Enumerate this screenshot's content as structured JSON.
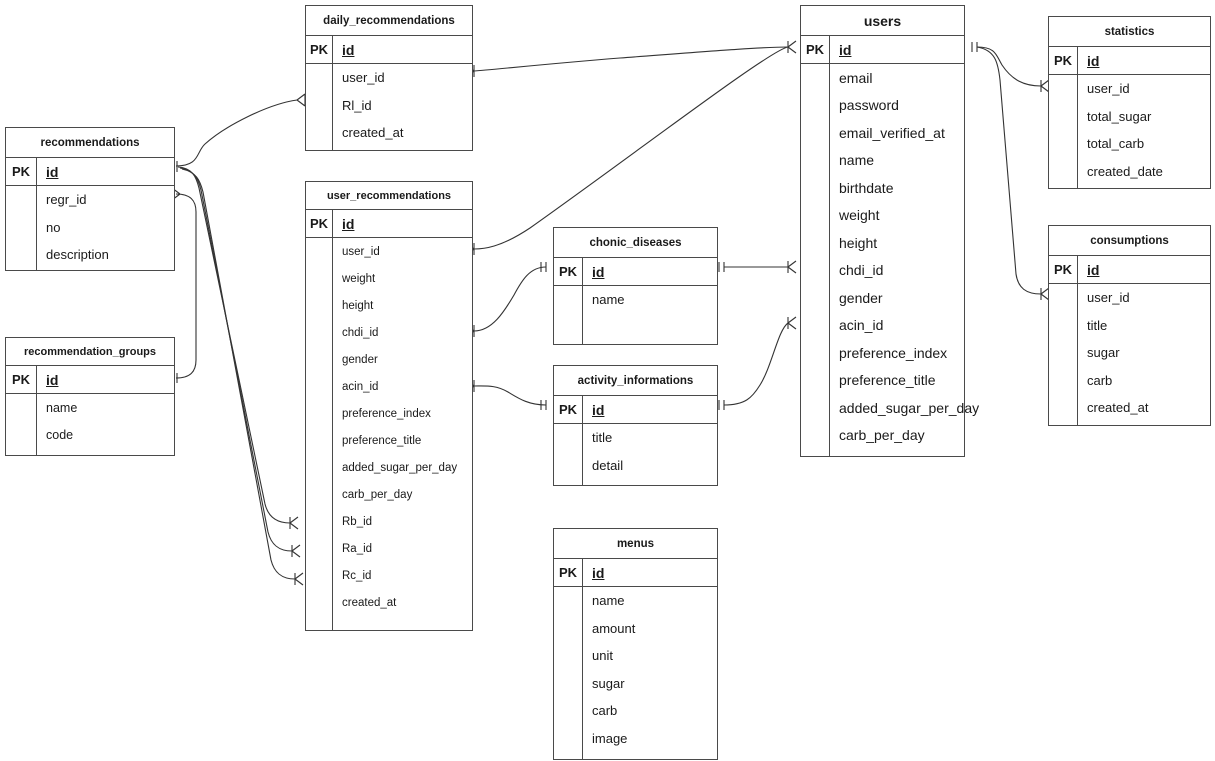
{
  "diagram": {
    "kind": "entity-relationship-diagram",
    "notation": "crow's foot",
    "pk_label": "PK",
    "colors": {
      "background": "#ffffff",
      "border": "#4a4a4a",
      "text": "#1a1a1a",
      "edge": "#333333"
    }
  },
  "entities": [
    {
      "id": "recommendations",
      "name": "recommendations",
      "pk": "id",
      "fields": [
        "regr_id",
        "no",
        "description"
      ]
    },
    {
      "id": "recommendation_groups",
      "name": "recommendation_groups",
      "pk": "id",
      "fields": [
        "name",
        "code"
      ]
    },
    {
      "id": "daily_recommendations",
      "name": "daily_recommendations",
      "pk": "id",
      "fields": [
        "user_id",
        "Rl_id",
        "created_at"
      ]
    },
    {
      "id": "user_recommendations",
      "name": "user_recommendations",
      "pk": "id",
      "fields": [
        "user_id",
        "weight",
        "height",
        "chdi_id",
        "gender",
        "acin_id",
        "preference_index",
        "preference_title",
        "added_sugar_per_day",
        "carb_per_day",
        "Rb_id",
        "Ra_id",
        "Rc_id",
        "created_at"
      ]
    },
    {
      "id": "chonic_diseases",
      "name": "chonic_diseases",
      "pk": "id",
      "fields": [
        "name"
      ]
    },
    {
      "id": "activity_informations",
      "name": "activity_informations",
      "pk": "id",
      "fields": [
        "title",
        "detail"
      ]
    },
    {
      "id": "menus",
      "name": "menus",
      "pk": "id",
      "fields": [
        "name",
        "amount",
        "unit",
        "sugar",
        "carb",
        "image"
      ]
    },
    {
      "id": "users",
      "name": "users",
      "pk": "id",
      "fields": [
        "email",
        "password",
        "email_verified_at",
        "name",
        "birthdate",
        "weight",
        "height",
        "chdi_id",
        "gender",
        "acin_id",
        "preference_index",
        "preference_title",
        "added_sugar_per_day",
        "carb_per_day"
      ]
    },
    {
      "id": "statistics",
      "name": "statistics",
      "pk": "id",
      "fields": [
        "user_id",
        "total_sugar",
        "total_carb",
        "created_date"
      ]
    },
    {
      "id": "consumptions",
      "name": "consumptions",
      "pk": "id",
      "fields": [
        "user_id",
        "title",
        "sugar",
        "carb",
        "created_at"
      ]
    }
  ],
  "relationships": [
    {
      "from": "recommendations.id",
      "to": "daily_recommendations.Rl_id",
      "type": "one-to-many"
    },
    {
      "from": "recommendation_groups.id",
      "to": "recommendations.regr_id",
      "type": "one-to-many"
    },
    {
      "from": "recommendations.id",
      "to": "user_recommendations.Rb_id",
      "type": "one-to-many"
    },
    {
      "from": "recommendations.id",
      "to": "user_recommendations.Ra_id",
      "type": "one-to-many"
    },
    {
      "from": "recommendations.id",
      "to": "user_recommendations.Rc_id",
      "type": "one-to-many"
    },
    {
      "from": "users.id",
      "to": "daily_recommendations.user_id",
      "type": "one-to-many"
    },
    {
      "from": "users.id",
      "to": "user_recommendations.user_id",
      "type": "one-to-many"
    },
    {
      "from": "chonic_diseases.id",
      "to": "user_recommendations.chdi_id",
      "type": "one-to-many"
    },
    {
      "from": "chonic_diseases.id",
      "to": "users.chdi_id",
      "type": "one-to-many"
    },
    {
      "from": "activity_informations.id",
      "to": "user_recommendations.acin_id",
      "type": "one-to-many"
    },
    {
      "from": "activity_informations.id",
      "to": "users.acin_id",
      "type": "one-to-many"
    },
    {
      "from": "users.id",
      "to": "statistics.user_id",
      "type": "one-to-many"
    },
    {
      "from": "users.id",
      "to": "consumptions.user_id",
      "type": "one-to-many"
    }
  ]
}
